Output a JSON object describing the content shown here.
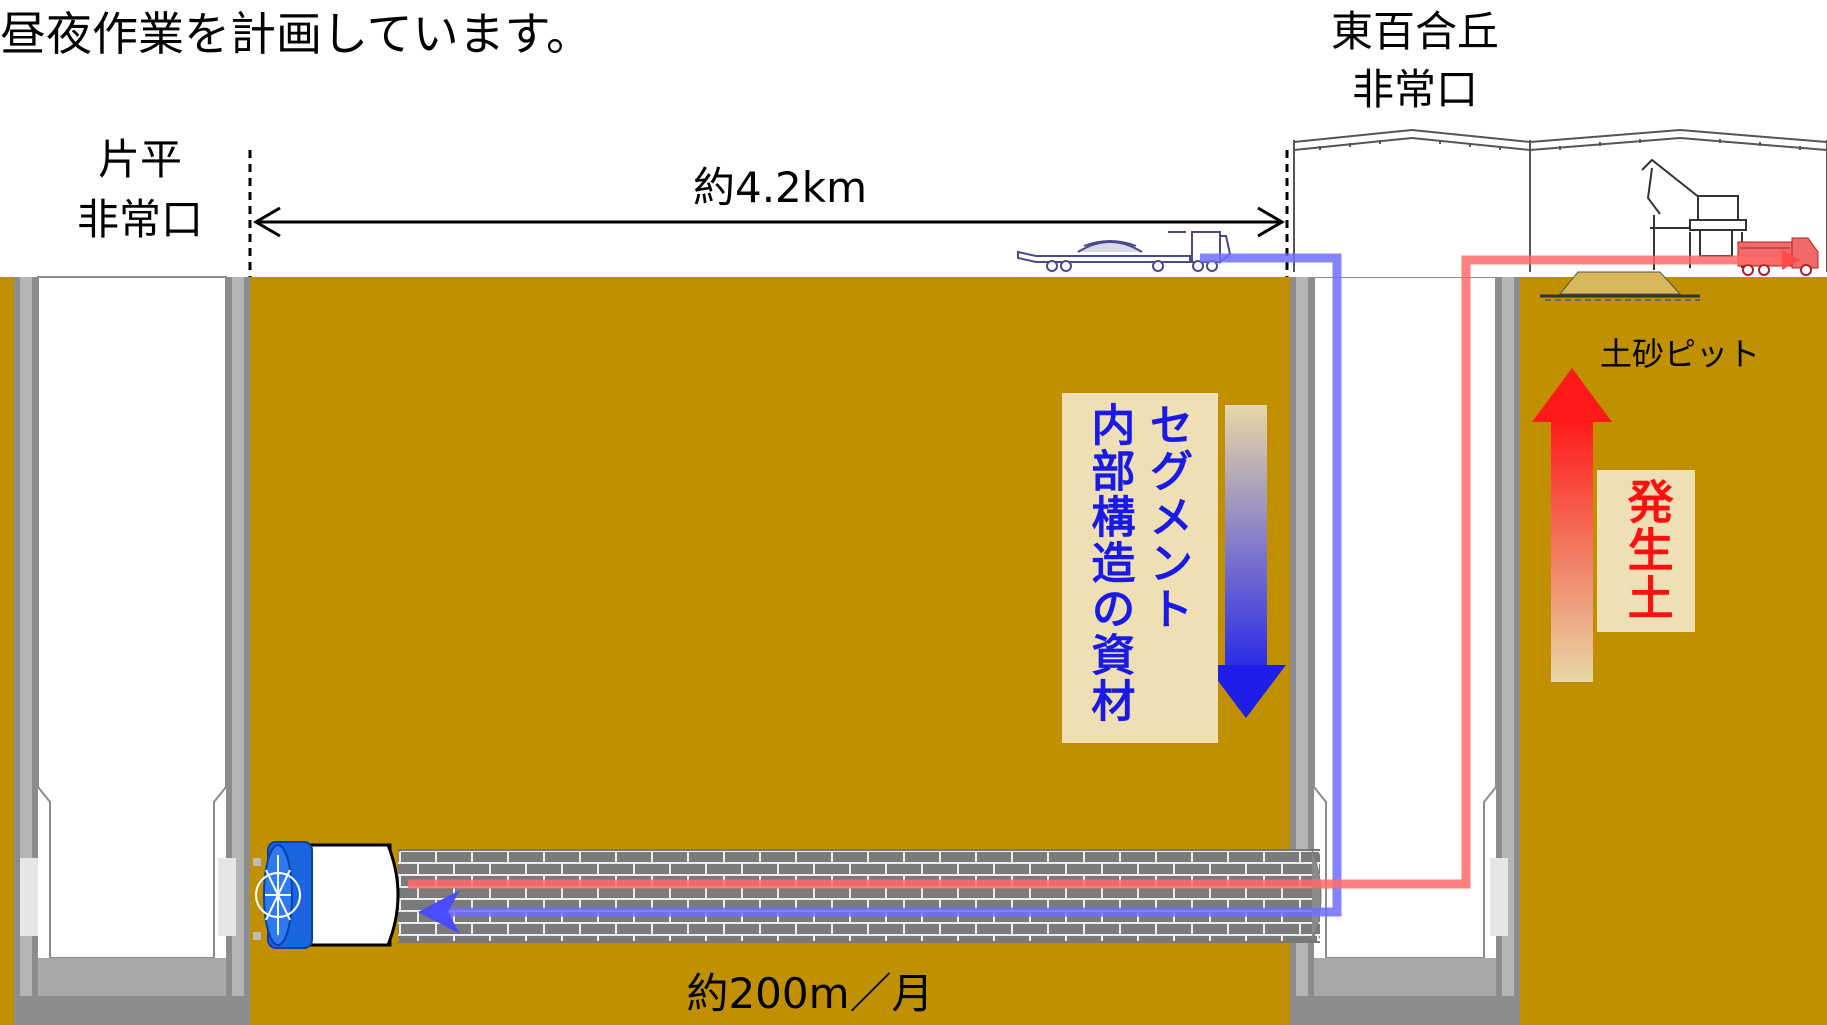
{
  "headline": "昼夜作業を計画しています。",
  "left_shaft": {
    "name": "片平",
    "label": "非常口"
  },
  "right_shaft": {
    "name": "東百合丘",
    "label": "非常口"
  },
  "distance_label": "約4.2km",
  "advance_rate_label": "約200m／月",
  "materials_label": {
    "line1": "セグメント",
    "line2": "内部構造の資材"
  },
  "spoil_label": "発生土",
  "spoil_pit_label": "土砂ピット",
  "colors": {
    "ground": "#C09000",
    "materials_flow": "#3333FF",
    "spoil_flow": "#FF2222",
    "label_box": "#EEDFB5",
    "shaft_wall": "#8C8C8C"
  }
}
